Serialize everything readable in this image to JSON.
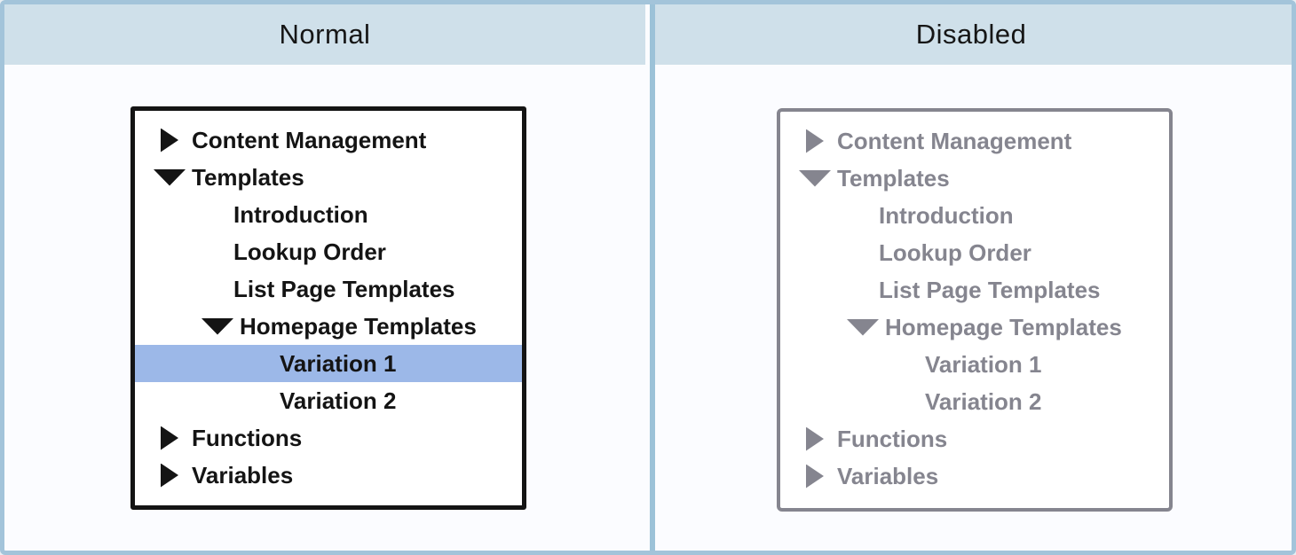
{
  "headers": {
    "normal": "Normal",
    "disabled": "Disabled"
  },
  "colors": {
    "frame-border": "#a3c4da",
    "header-bg": "#cfe0ea",
    "divider": "#9cc2d8",
    "canvas-bg": "#fbfcff",
    "tree-bg": "#ffffff",
    "normal-border": "#141414",
    "normal-text": "#141414",
    "selection-bg": "#9cb8e8",
    "disabled-border": "#85858f",
    "disabled-text": "#85858f"
  },
  "normal_tree": {
    "selected_item": "Variation 1",
    "items": [
      {
        "label": "Content Management",
        "level": 0,
        "expander": "collapsed",
        "selected": false
      },
      {
        "label": "Templates",
        "level": 0,
        "expander": "expanded",
        "selected": false
      },
      {
        "label": "Introduction",
        "level": 1,
        "expander": null,
        "selected": false
      },
      {
        "label": "Lookup Order",
        "level": 1,
        "expander": null,
        "selected": false
      },
      {
        "label": "List Page Templates",
        "level": 1,
        "expander": null,
        "selected": false
      },
      {
        "label": "Homepage Templates",
        "level": 1,
        "expander": "expanded",
        "selected": false
      },
      {
        "label": "Variation 1",
        "level": 2,
        "expander": null,
        "selected": true
      },
      {
        "label": "Variation 2",
        "level": 2,
        "expander": null,
        "selected": false
      },
      {
        "label": "Functions",
        "level": 0,
        "expander": "collapsed",
        "selected": false
      },
      {
        "label": "Variables",
        "level": 0,
        "expander": "collapsed",
        "selected": false
      }
    ]
  },
  "disabled_tree": {
    "selected_item": null,
    "items": [
      {
        "label": "Content Management",
        "level": 0,
        "expander": "collapsed",
        "selected": false
      },
      {
        "label": "Templates",
        "level": 0,
        "expander": "expanded",
        "selected": false
      },
      {
        "label": "Introduction",
        "level": 1,
        "expander": null,
        "selected": false
      },
      {
        "label": "Lookup Order",
        "level": 1,
        "expander": null,
        "selected": false
      },
      {
        "label": "List Page Templates",
        "level": 1,
        "expander": null,
        "selected": false
      },
      {
        "label": "Homepage Templates",
        "level": 1,
        "expander": "expanded",
        "selected": false
      },
      {
        "label": "Variation 1",
        "level": 2,
        "expander": null,
        "selected": false
      },
      {
        "label": "Variation 2",
        "level": 2,
        "expander": null,
        "selected": false
      },
      {
        "label": "Functions",
        "level": 0,
        "expander": "collapsed",
        "selected": false
      },
      {
        "label": "Variables",
        "level": 0,
        "expander": "collapsed",
        "selected": false
      }
    ]
  }
}
